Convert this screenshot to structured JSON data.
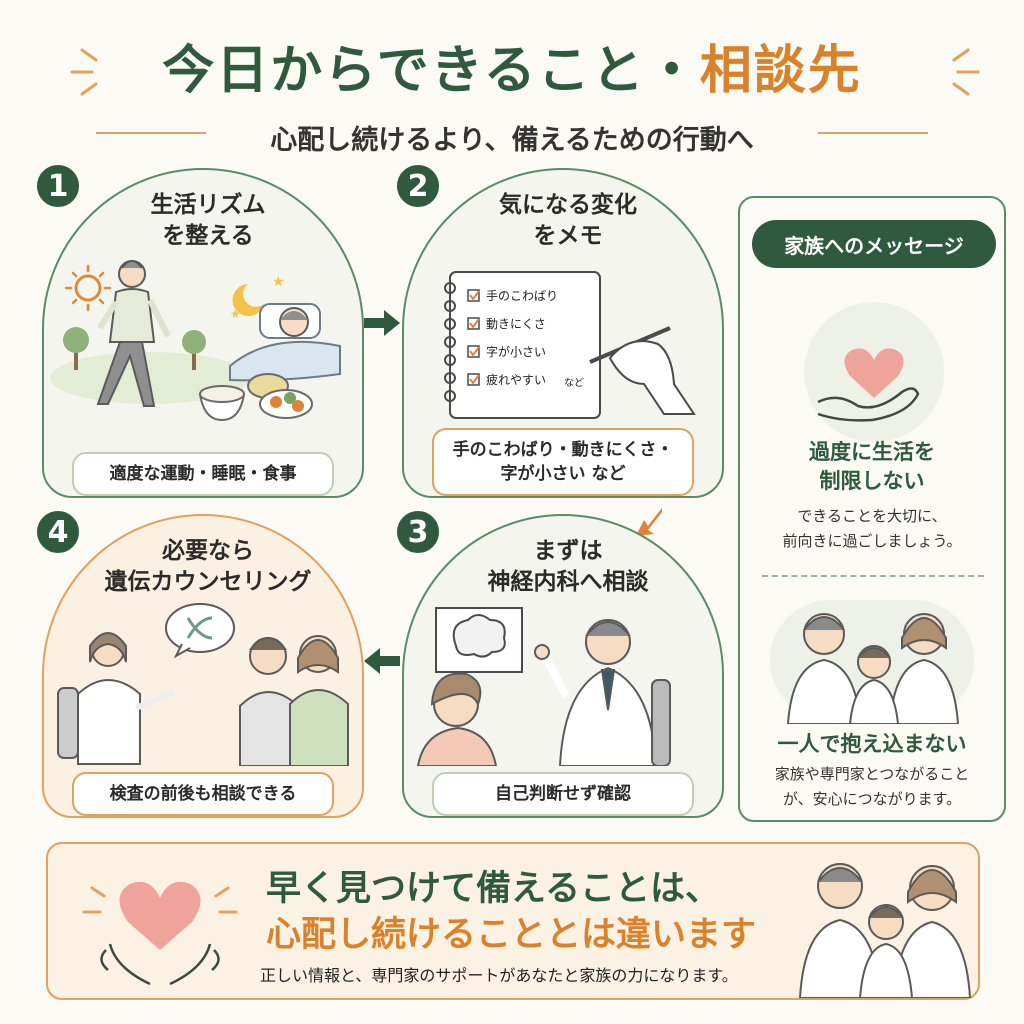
{
  "header": {
    "title_main": "今日からできること・",
    "title_accent": "相談先",
    "subtitle": "心配し続けるより、備えるための行動へ"
  },
  "steps": [
    {
      "number": "1",
      "title": [
        "生活リズム",
        "を整える"
      ],
      "caption": "適度な運動・睡眠・食事"
    },
    {
      "number": "2",
      "title": [
        "気になる変化",
        "をメモ"
      ],
      "memo_items": [
        "手のこわばり",
        "動きにくさ",
        "字が小さい",
        "疲れやすい"
      ],
      "memo_suffix": "など",
      "caption": [
        "手のこわばり・動きにくさ・",
        "字が小さい など"
      ]
    },
    {
      "number": "3",
      "title": [
        "まずは",
        "神経内科へ相談"
      ],
      "caption": "自己判断せず確認"
    },
    {
      "number": "4",
      "title": [
        "必要なら",
        "遺伝カウンセリング"
      ],
      "caption": "検査の前後も相談できる"
    }
  ],
  "side_panel": {
    "tab": "家族へのメッセージ",
    "msg1": {
      "head": [
        "過度に生活を",
        "制限しない"
      ],
      "body": [
        "できることを大切に、",
        "前向きに過ごしましょう。"
      ]
    },
    "msg2": {
      "head": "一人で抱え込まない",
      "body": [
        "家族や専門家とつながること",
        "が、安心につながります。"
      ]
    }
  },
  "banner": {
    "line1": "早く見つけて備えることは、",
    "line2": "心配し続けることとは違います",
    "line3": "正しい情報と、専門家のサポートがあなたと家族の力になります。"
  },
  "colors": {
    "green": "#2f5a3e",
    "orange": "#d9822b",
    "heart": "#f0a39a"
  },
  "icons": [
    "sun-icon",
    "moon-icon",
    "heart-icon",
    "dna-icon",
    "brain-icon",
    "checkbox-icon",
    "arrow-right-icon",
    "arrow-left-icon",
    "arrow-down-icon"
  ]
}
